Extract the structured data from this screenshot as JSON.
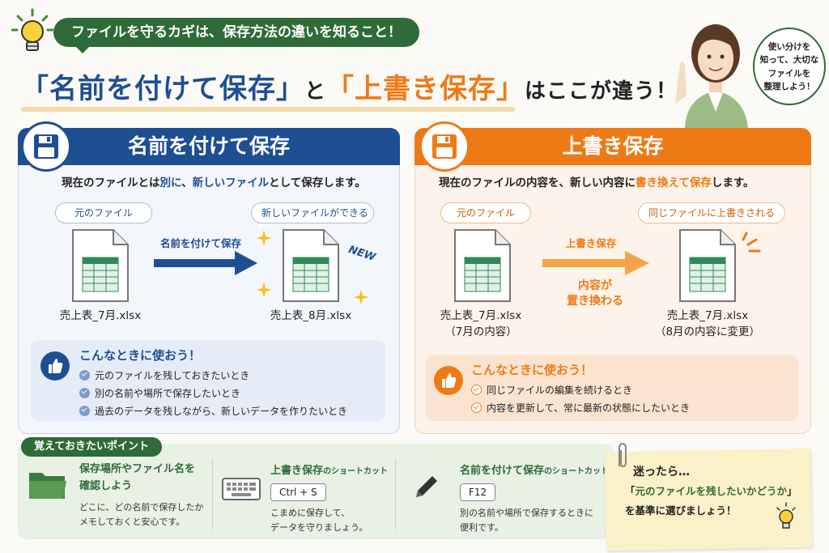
{
  "header": {
    "banner": "ファイルを守るカギは、保存方法の違いを知ること！",
    "title_open1": "「",
    "title_a": "名前を付けて保存",
    "title_close1": "」",
    "title_and": "と",
    "title_open2": "「",
    "title_b": "上書き保存",
    "title_close2": "」",
    "title_rest": "はここが違う！",
    "bubble": "使い分けを\n知って、大切な\nファイルを\n整理しよう！"
  },
  "left": {
    "heading": "名前を付けて保存",
    "desc_pre": "現在のファイルとは",
    "desc_hl1": "別に",
    "desc_mid": "、",
    "desc_hl2": "新しいファイル",
    "desc_post": "として保存します。",
    "src_tag": "元のファイル",
    "dst_tag": "新しいファイルができる",
    "arrow_label": "名前を付けて保存",
    "src_file": "売上表_7月.xlsx",
    "dst_file": "売上表_8月.xlsx",
    "new_badge": "NEW",
    "use_title": "こんなときに使おう！",
    "use_items": [
      "元のファイルを残しておきたいとき",
      "別の名前や場所で保存したいとき",
      "過去のデータを残しながら、新しいデータを作りたいとき"
    ]
  },
  "right": {
    "heading": "上書き保存",
    "desc_pre": "現在のファイルの内容を、新しい内容に",
    "desc_hl": "書き換えて保存",
    "desc_post": "します。",
    "src_tag": "元のファイル",
    "dst_tag": "同じファイルに上書きされる",
    "arrow_label": "上書き保存",
    "arrow_sub1": "内容が",
    "arrow_sub2": "置き換わる",
    "src_file": "売上表_7月.xlsx",
    "src_note": "（7月の内容）",
    "dst_file": "売上表_7月.xlsx",
    "dst_note": "（8月の内容に変更）",
    "use_title": "こんなときに使おう！",
    "use_items": [
      "同じファイルの編集を続けるとき",
      "内容を更新して、常に最新の状態にしたいとき"
    ]
  },
  "tips": {
    "label": "覚えておきたいポイント",
    "tip1_title1": "保存場所やファイル名を",
    "tip1_title2": "確認しよう",
    "tip1_body": "どこに、どの名前で保存したか\nメモしておくと安心です。",
    "tip2_title": "上書き保存",
    "tip2_suffix": "のショートカット",
    "tip2_key": "Ctrl + S",
    "tip2_body": "こまめに保存して、\nデータを守りましょう。",
    "tip3_title": "名前を付けて保存",
    "tip3_suffix": "のショートカット",
    "tip3_key": "F12",
    "tip3_body": "別の名前や場所で保存するときに\n便利です。"
  },
  "note": {
    "title": "迷ったら…",
    "line1_pre": "「",
    "line1_hl": "元のファイルを残したいかどうか",
    "line1_post": "」",
    "line2": "を基準に選びましょう！"
  },
  "colors": {
    "blue": "#1e4f93",
    "orange": "#ee7a16",
    "green": "#2f6b38"
  }
}
